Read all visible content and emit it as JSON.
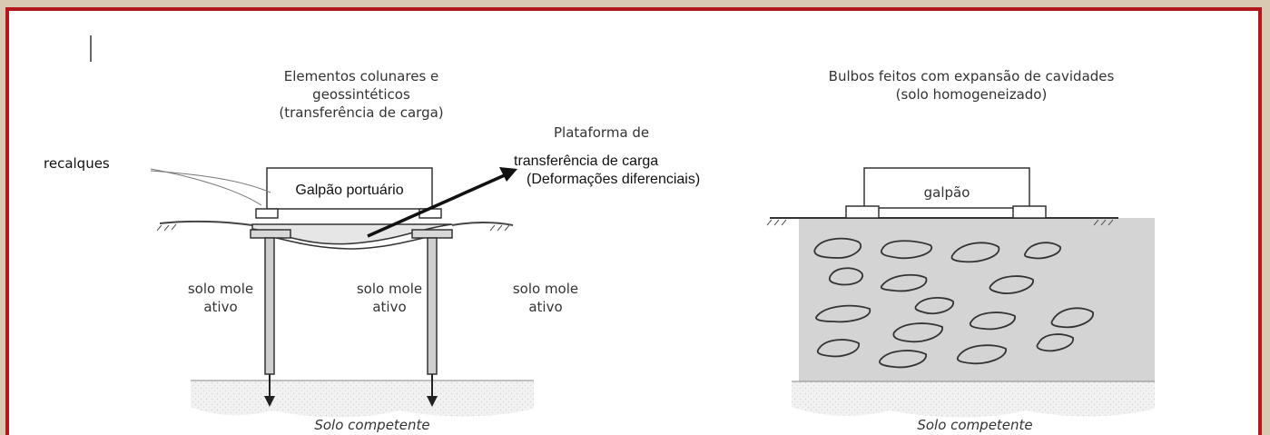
{
  "left_panel": {
    "title_line1": "Elementos colunares e",
    "title_line2": "geossintéticos",
    "title_line3": "(transferência de carga)",
    "settlement_label": "recalques",
    "building_label": "Galpão portuário",
    "platform_line1": "Plataforma de",
    "platform_line2": "transferência de carga",
    "platform_line3": "(Deformações diferenciais)",
    "soil_left_line1": "solo mole",
    "soil_left_line2": "ativo",
    "soil_mid_line1": "solo mole",
    "soil_mid_line2": "ativo",
    "soil_right_line1": "solo mole",
    "soil_right_line2": "ativo",
    "bottom_label": "Solo competente"
  },
  "right_panel": {
    "title_line1": "Bulbos feitos com expansão de cavidades",
    "title_line2": "(solo homogeneizado)",
    "building_label": "galpão",
    "bottom_label": "Solo competente"
  },
  "colors": {
    "frame_border": "#b3171d",
    "background": "#d9c9b3",
    "soil_fill": "#d4d4d4"
  }
}
